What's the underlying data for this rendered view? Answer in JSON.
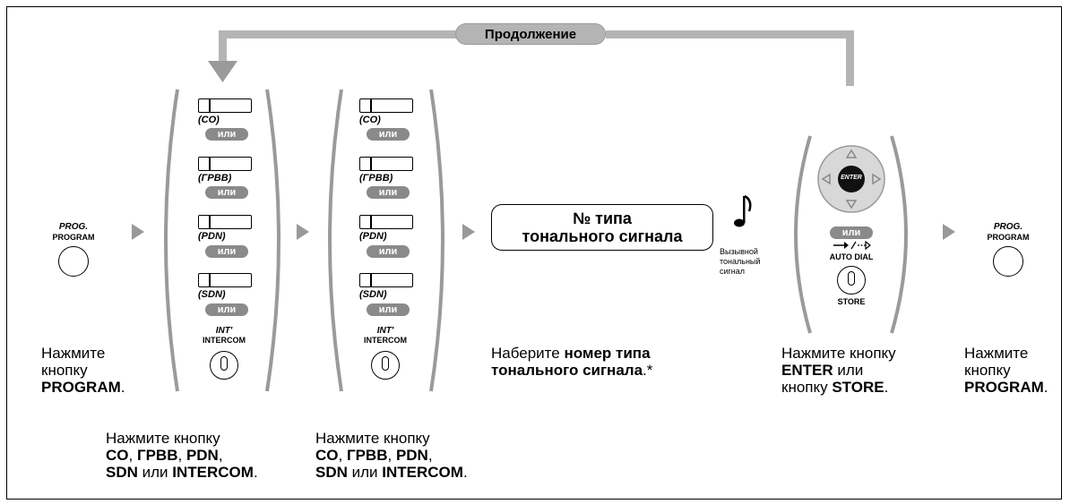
{
  "continuation_label": "Продолжение",
  "program_key": {
    "italic": "PROG.",
    "name": "PROGRAM"
  },
  "step1": {
    "line1": "Нажмите",
    "line2": "кнопку",
    "line3": "PROGRAM",
    "line3_tail": "."
  },
  "keys": {
    "co": "(CO)",
    "grvv": "(ГРВВ)",
    "pdn": "(PDN)",
    "sdn": "(SDN)",
    "or": "или",
    "int_italic": "INT'",
    "intercom": "INTERCOM"
  },
  "step2": {
    "line1": "Нажмите кнопку",
    "line2_a": "CO",
    "line2_sep1": ", ",
    "line2_b": "ГРВВ",
    "line2_sep2": ", ",
    "line2_c": "PDN",
    "line2_sep3": ",",
    "line3_a": "SDN",
    "line3_or": " или ",
    "line3_b": "INTERCOM",
    "line3_tail": "."
  },
  "tone_box": {
    "line1": "№ типа",
    "line2": "тонального сигнала"
  },
  "ring_tone_caption": {
    "line1": "Вызывной",
    "line2": "тональный",
    "line3": "сигнал"
  },
  "step3": {
    "line1_plain": "Наберите ",
    "line1_bold": "номер типа",
    "line2_bold": "тонального сигнала",
    "line2_tail": ".*"
  },
  "enter_panel": {
    "enter": "ENTER",
    "or": "или",
    "auto_dial": "AUTO DIAL",
    "store": "STORE"
  },
  "step4": {
    "line1": "Нажмите кнопку",
    "line2_bold": "ENTER",
    "line2_tail": " или",
    "line3_plain": "кнопку ",
    "line3_bold": "STORE",
    "line3_tail": "."
  },
  "step5": {
    "line1": "Нажмите",
    "line2": "кнопку",
    "line3": "PROGRAM",
    "line3_tail": "."
  },
  "colors": {
    "accent_gray": "#999999",
    "pill_gray": "#8a8a8a",
    "enter_dark": "#111111"
  }
}
